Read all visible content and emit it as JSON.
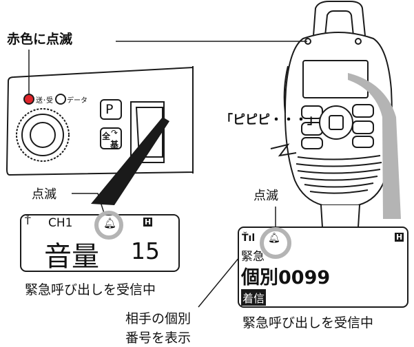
{
  "callouts": {
    "red_blink": "赤色に点滅",
    "beep": "「ピピピ・・・」",
    "blink_left": "点滅",
    "blink_right": "点滅",
    "caller_id_line1": "相手の個別",
    "caller_id_line2": "番号を表示"
  },
  "left_unit": {
    "indicator_send_receive": "送･受",
    "indicator_data": "データ",
    "button_p": "P",
    "button_all": "全",
    "button_base": "基"
  },
  "left_display": {
    "antenna_icon": "antenna-icon",
    "channel": "CH1",
    "bell_icon": "bell-icon",
    "h_indicator": "H",
    "label": "音量",
    "value": "15"
  },
  "right_display": {
    "signal_icon": "signal-bars-icon",
    "bell_icon": "bell-icon",
    "h_indicator": "H",
    "line1": "緊急",
    "line2": "個別0099",
    "status": "着信"
  },
  "captions": {
    "left": "緊急呼び出しを受信中",
    "right": "緊急呼び出しを受信中"
  },
  "colors": {
    "led_red": "#e0252b",
    "highlight_gray": "#b4b4b4",
    "line": "#1a1a1a"
  }
}
